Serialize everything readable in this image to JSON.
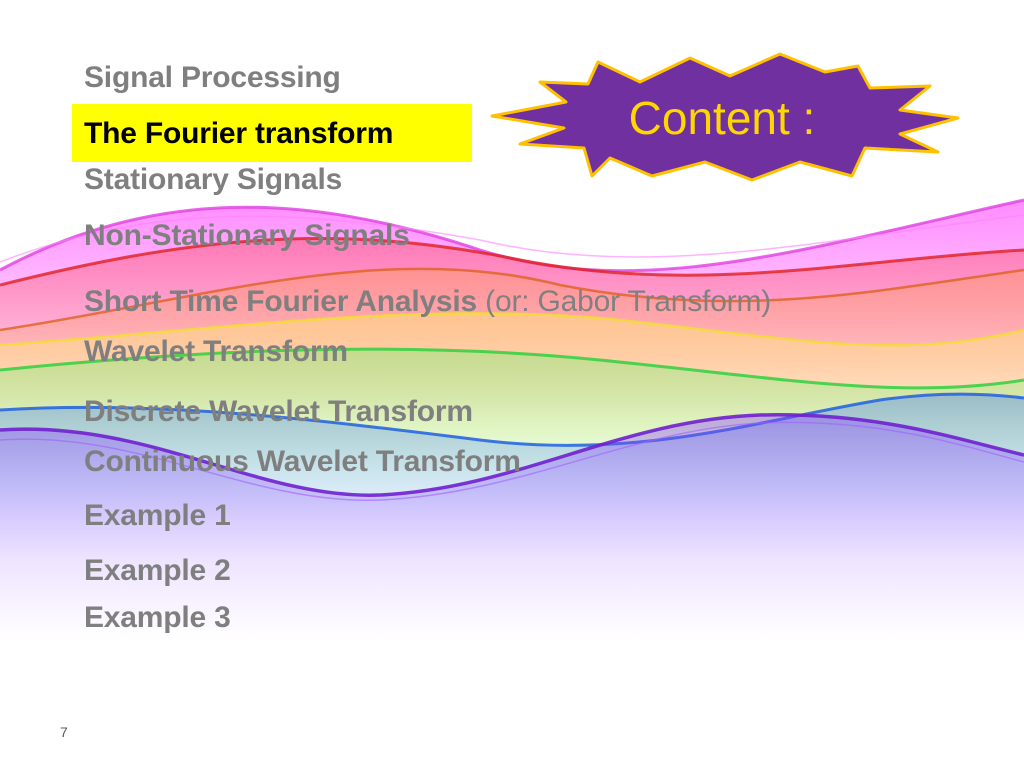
{
  "slide": {
    "badge_label": "Content :",
    "page_number": "7",
    "colors": {
      "highlight": "#ffff00",
      "badge_fill": "#7030a0",
      "badge_border": "#ffc000",
      "badge_text": "#ffd700",
      "item_text": "#7f7f7f",
      "highlight_text": "#000000"
    },
    "items": [
      {
        "label": "Signal Processing"
      },
      {
        "label": "The Fourier transform",
        "highlighted": true
      },
      {
        "label": "Stationary Signals"
      },
      {
        "label": "Non-Stationary Signals"
      },
      {
        "label": "Short Time Fourier Analysis",
        "note": " (or: Gabor Transform)"
      },
      {
        "label": "Wavelet Transform"
      },
      {
        "label": "Discrete Wavelet Transform"
      },
      {
        "label": "Continuous Wavelet Transform"
      },
      {
        "label": "Example 1"
      },
      {
        "label": "Example 2"
      },
      {
        "label": "Example 3"
      }
    ]
  }
}
